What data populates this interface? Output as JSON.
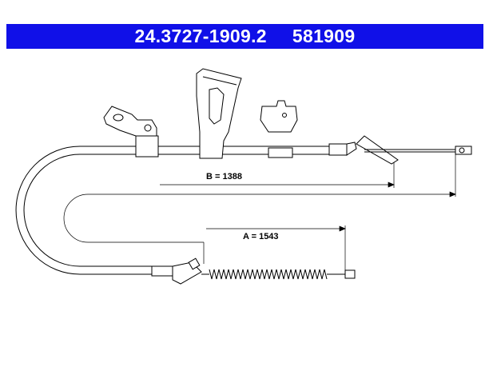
{
  "header": {
    "part_number": "24.3727-1909.2",
    "ref_number": "581909",
    "background": "#1010e8",
    "text_color": "#ffffff"
  },
  "dimensions": {
    "b_label": "B = 1388",
    "a_label": "A = 1543"
  }
}
